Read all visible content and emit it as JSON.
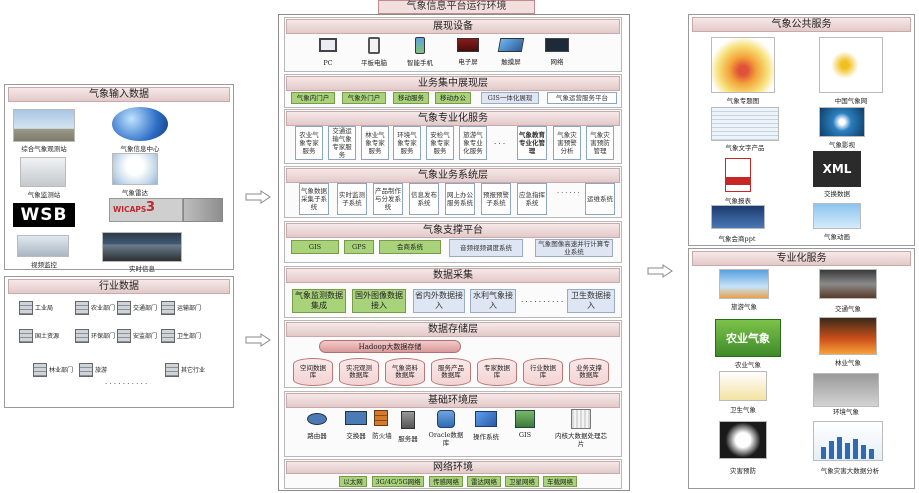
{
  "title": "气象信息平台运行环境",
  "left": {
    "input": {
      "header": "气象输入数据",
      "items": [
        "综合气象观测站",
        "气象信息中心",
        "气象监测站",
        "气象雷达",
        "WSB",
        "WICAPS",
        "3",
        "视频监控",
        "实时信息"
      ]
    },
    "industry": {
      "header": "行业数据",
      "items": [
        "工业局",
        "农业部门",
        "交通部门",
        "运输部门",
        "国土资源",
        "环保部门",
        "安监部门",
        "卫生部门",
        "林业部门",
        "旅游",
        "其它行业"
      ],
      "dots": "· · · · · · · · · ·"
    }
  },
  "center": {
    "display": {
      "header": "展现设备",
      "items": [
        "PC",
        "平板电脑",
        "智能手机",
        "电子屏",
        "触摸屏",
        "网络"
      ]
    },
    "business": {
      "header": "业务集中展现层",
      "items": [
        "气象内门户",
        "气象外门户",
        "移动服务",
        "移动办公",
        "GIS一体化展现",
        "气象运营服务平台"
      ]
    },
    "professional": {
      "header": "气象专业化服务",
      "items": [
        "农业气象专家服务",
        "交通运输气象专家服务",
        "林业气象专家服务",
        "环境气象专家服务",
        "安检气象专家服务",
        "旅游气象专业化服务",
        "· · ·",
        "气象教育专业化管理",
        "气象灾害预警分析",
        "气象灾害预防管理"
      ]
    },
    "systems": {
      "header": "气象业务系统层",
      "items": [
        "气象数据采集子系统",
        "实时监测子系统",
        "产品制作与分发系统",
        "信息发布系统",
        "网上办公服务系统",
        "预报预警子系统",
        "应急指挥系统",
        "运维系统"
      ],
      "dots": "· · · · · ·"
    },
    "support": {
      "header": "气象支撑平台",
      "items": [
        "GIS",
        "GPS",
        "会商系统",
        "音频视频调度系统",
        "气象图像高速并行计算专业系统"
      ]
    },
    "collect": {
      "header": "数据采集",
      "items": [
        "气象监测数据集成",
        "国外图像数据接入",
        "省内外数据接入",
        "水利气象接入",
        "卫生数据接入"
      ],
      "dots": "· · · · · · · · · ·"
    },
    "storage": {
      "header": "数据存储层",
      "hadoop": "Hadoop大数据存储",
      "items": [
        "空间数据库",
        "实况观测数据库",
        "气象资料数据库",
        "服务产品数据库",
        "专家数据库",
        "行业数据库",
        "业务支撑数据库"
      ]
    },
    "base": {
      "header": "基础环境层",
      "items": [
        "路由器",
        "交换器",
        "防火墙",
        "服务器",
        "Oracle数据库",
        "操作系统",
        "GIS",
        "内核大数据处理芯片"
      ]
    },
    "network": {
      "header": "网络环境",
      "items": [
        "以太网",
        "3G/4G/5G网络",
        "传感网络",
        "雷达网络",
        "卫星网络",
        "车载网络"
      ]
    }
  },
  "right": {
    "public": {
      "header": "气象公共服务",
      "items": [
        "气象专题图",
        "中国气象网",
        "气象文字产品",
        "气象影视",
        "气象报表",
        "交换数据",
        "气象会商ppt",
        "气象动画"
      ],
      "xml": "XML"
    },
    "special": {
      "header": "专业化服务",
      "items": [
        "旅游气象",
        "交通气象",
        "农业气象",
        "林业气象",
        "卫生气象",
        "环境气象",
        "灾害预防",
        "气象灾害大数据分析"
      ],
      "banner": "农业气象"
    }
  },
  "colors": {
    "green_box": "#a8d37a",
    "blue_box": "#dfe6f3",
    "header_bg": "#e3c9c9",
    "title_bg": "#f3dede"
  }
}
